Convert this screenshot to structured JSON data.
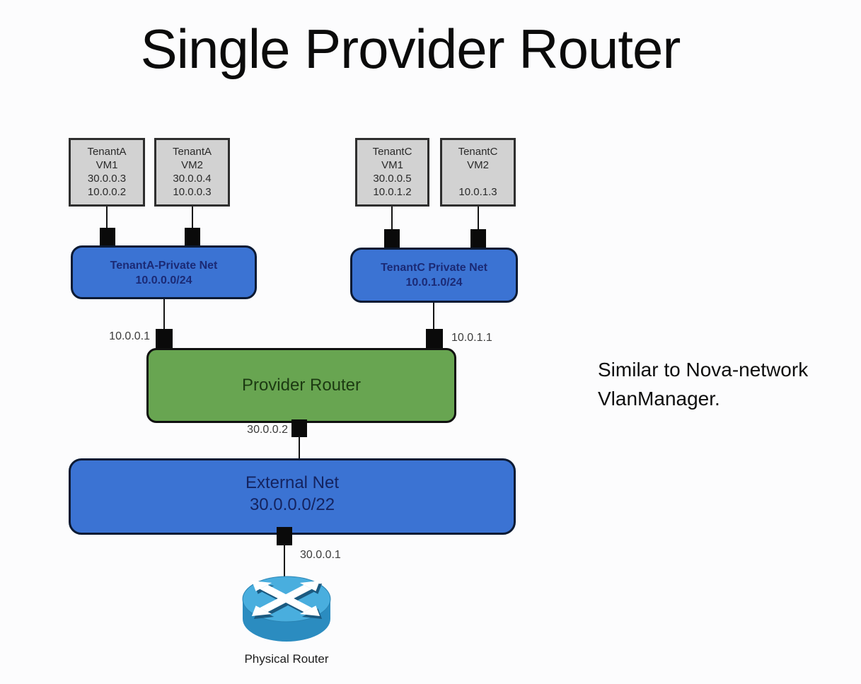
{
  "slide": {
    "title": "Single Provider Router",
    "note_line1": "Similar to Nova-network",
    "note_line2": "VlanManager."
  },
  "diagram": {
    "vms": [
      {
        "tenant": "TenantA",
        "vm": "VM1",
        "ip1": "30.0.0.3",
        "ip2": "10.0.0.2"
      },
      {
        "tenant": "TenantA",
        "vm": "VM2",
        "ip1": "30.0.0.4",
        "ip2": "10.0.0.3"
      },
      {
        "tenant": "TenantC",
        "vm": "VM1",
        "ip1": "30.0.0.5",
        "ip2": "10.0.1.2"
      },
      {
        "tenant": "TenantC",
        "vm": "VM2",
        "ip1": "",
        "ip2": "10.0.1.3"
      }
    ],
    "networks": {
      "tenant_a": {
        "label": "TenantA-Private Net",
        "cidr": "10.0.0.0/24"
      },
      "tenant_c": {
        "label": "TenantC Private Net",
        "cidr": "10.0.1.0/24"
      },
      "external": {
        "label": "External Net",
        "cidr": "30.0.0.0/22"
      }
    },
    "provider_router": {
      "label": "Provider Router"
    },
    "physical_router": {
      "label": "Physical Router"
    },
    "interfaces": {
      "left_gateway": "10.0.0.1",
      "right_gateway": "10.0.1.1",
      "router_external": "30.0.0.2",
      "physical_gateway": "30.0.0.1"
    },
    "colors": {
      "net_blue": "#3b73d3",
      "router_green": "#68a551",
      "vm_gray": "#d2d2d2",
      "physical_top": "#49aede",
      "physical_body": "#2b8cc0"
    }
  }
}
